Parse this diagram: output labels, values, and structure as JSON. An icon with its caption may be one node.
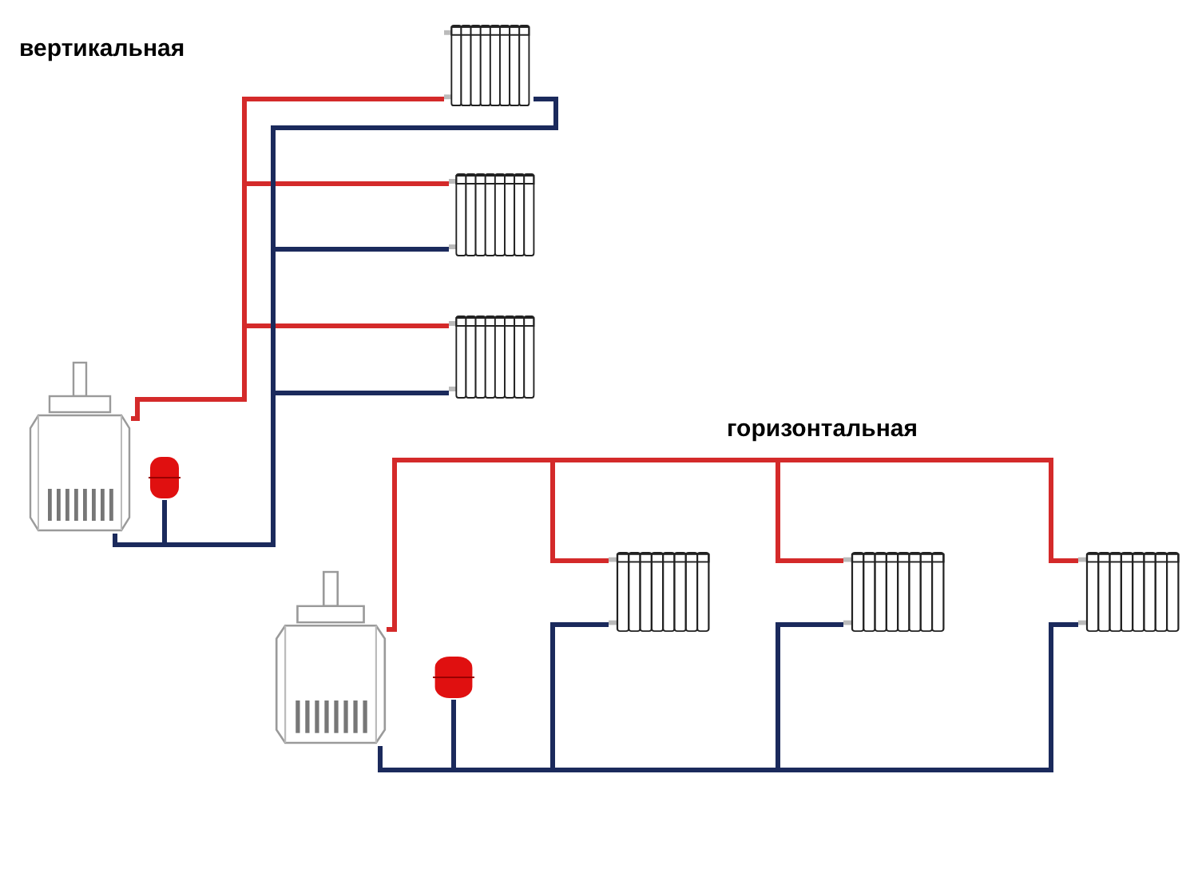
{
  "diagram": {
    "nodes": [
      {
        "text": [],
        "shape": "picture"
      },
      {
        "text": [],
        "shape": "cylinder"
      },
      {
        "text": [],
        "shape": "picture"
      },
      {
        "text": [],
        "shape": "picture"
      },
      {
        "text": [],
        "shape": "picture"
      },
      {
        "text": [],
        "shape": "picture"
      },
      {
        "text": [],
        "shape": "cylinder"
      },
      {
        "text": [],
        "shape": "picture"
      },
      {
        "text": [],
        "shape": "picture"
      },
      {
        "text": [],
        "shape": "picture"
      }
    ],
    "edges": [
      {
        "from": 0,
        "to": 2,
        "arrow": "none",
        "color": "#d42a2a"
      },
      {
        "from": 0,
        "to": 3,
        "arrow": "none",
        "color": "#d42a2a"
      },
      {
        "from": 0,
        "to": 4,
        "arrow": "none",
        "color": "#d42a2a"
      },
      {
        "from": 2,
        "to": 0,
        "arrow": "none"
      },
      {
        "from": 3,
        "to": 0,
        "arrow": "none"
      },
      {
        "from": 4,
        "to": 0,
        "arrow": "none"
      },
      {
        "from": 1,
        "to": 0,
        "arrow": "none"
      },
      {
        "from": 5,
        "to": 7,
        "arrow": "none",
        "color": "#d42a2a"
      },
      {
        "from": 5,
        "to": 8,
        "arrow": "none",
        "color": "#d42a2a"
      },
      {
        "from": 5,
        "to": 9,
        "arrow": "none",
        "color": "#d42a2a"
      },
      {
        "from": 7,
        "to": 5,
        "arrow": "none"
      },
      {
        "from": 8,
        "to": 5,
        "arrow": "none"
      },
      {
        "from": 9,
        "to": 5,
        "arrow": "none"
      },
      {
        "from": 6,
        "to": 5,
        "arrow": "none"
      }
    ],
    "labels": [
      "вертикальная",
      "горизонтальная"
    ]
  }
}
